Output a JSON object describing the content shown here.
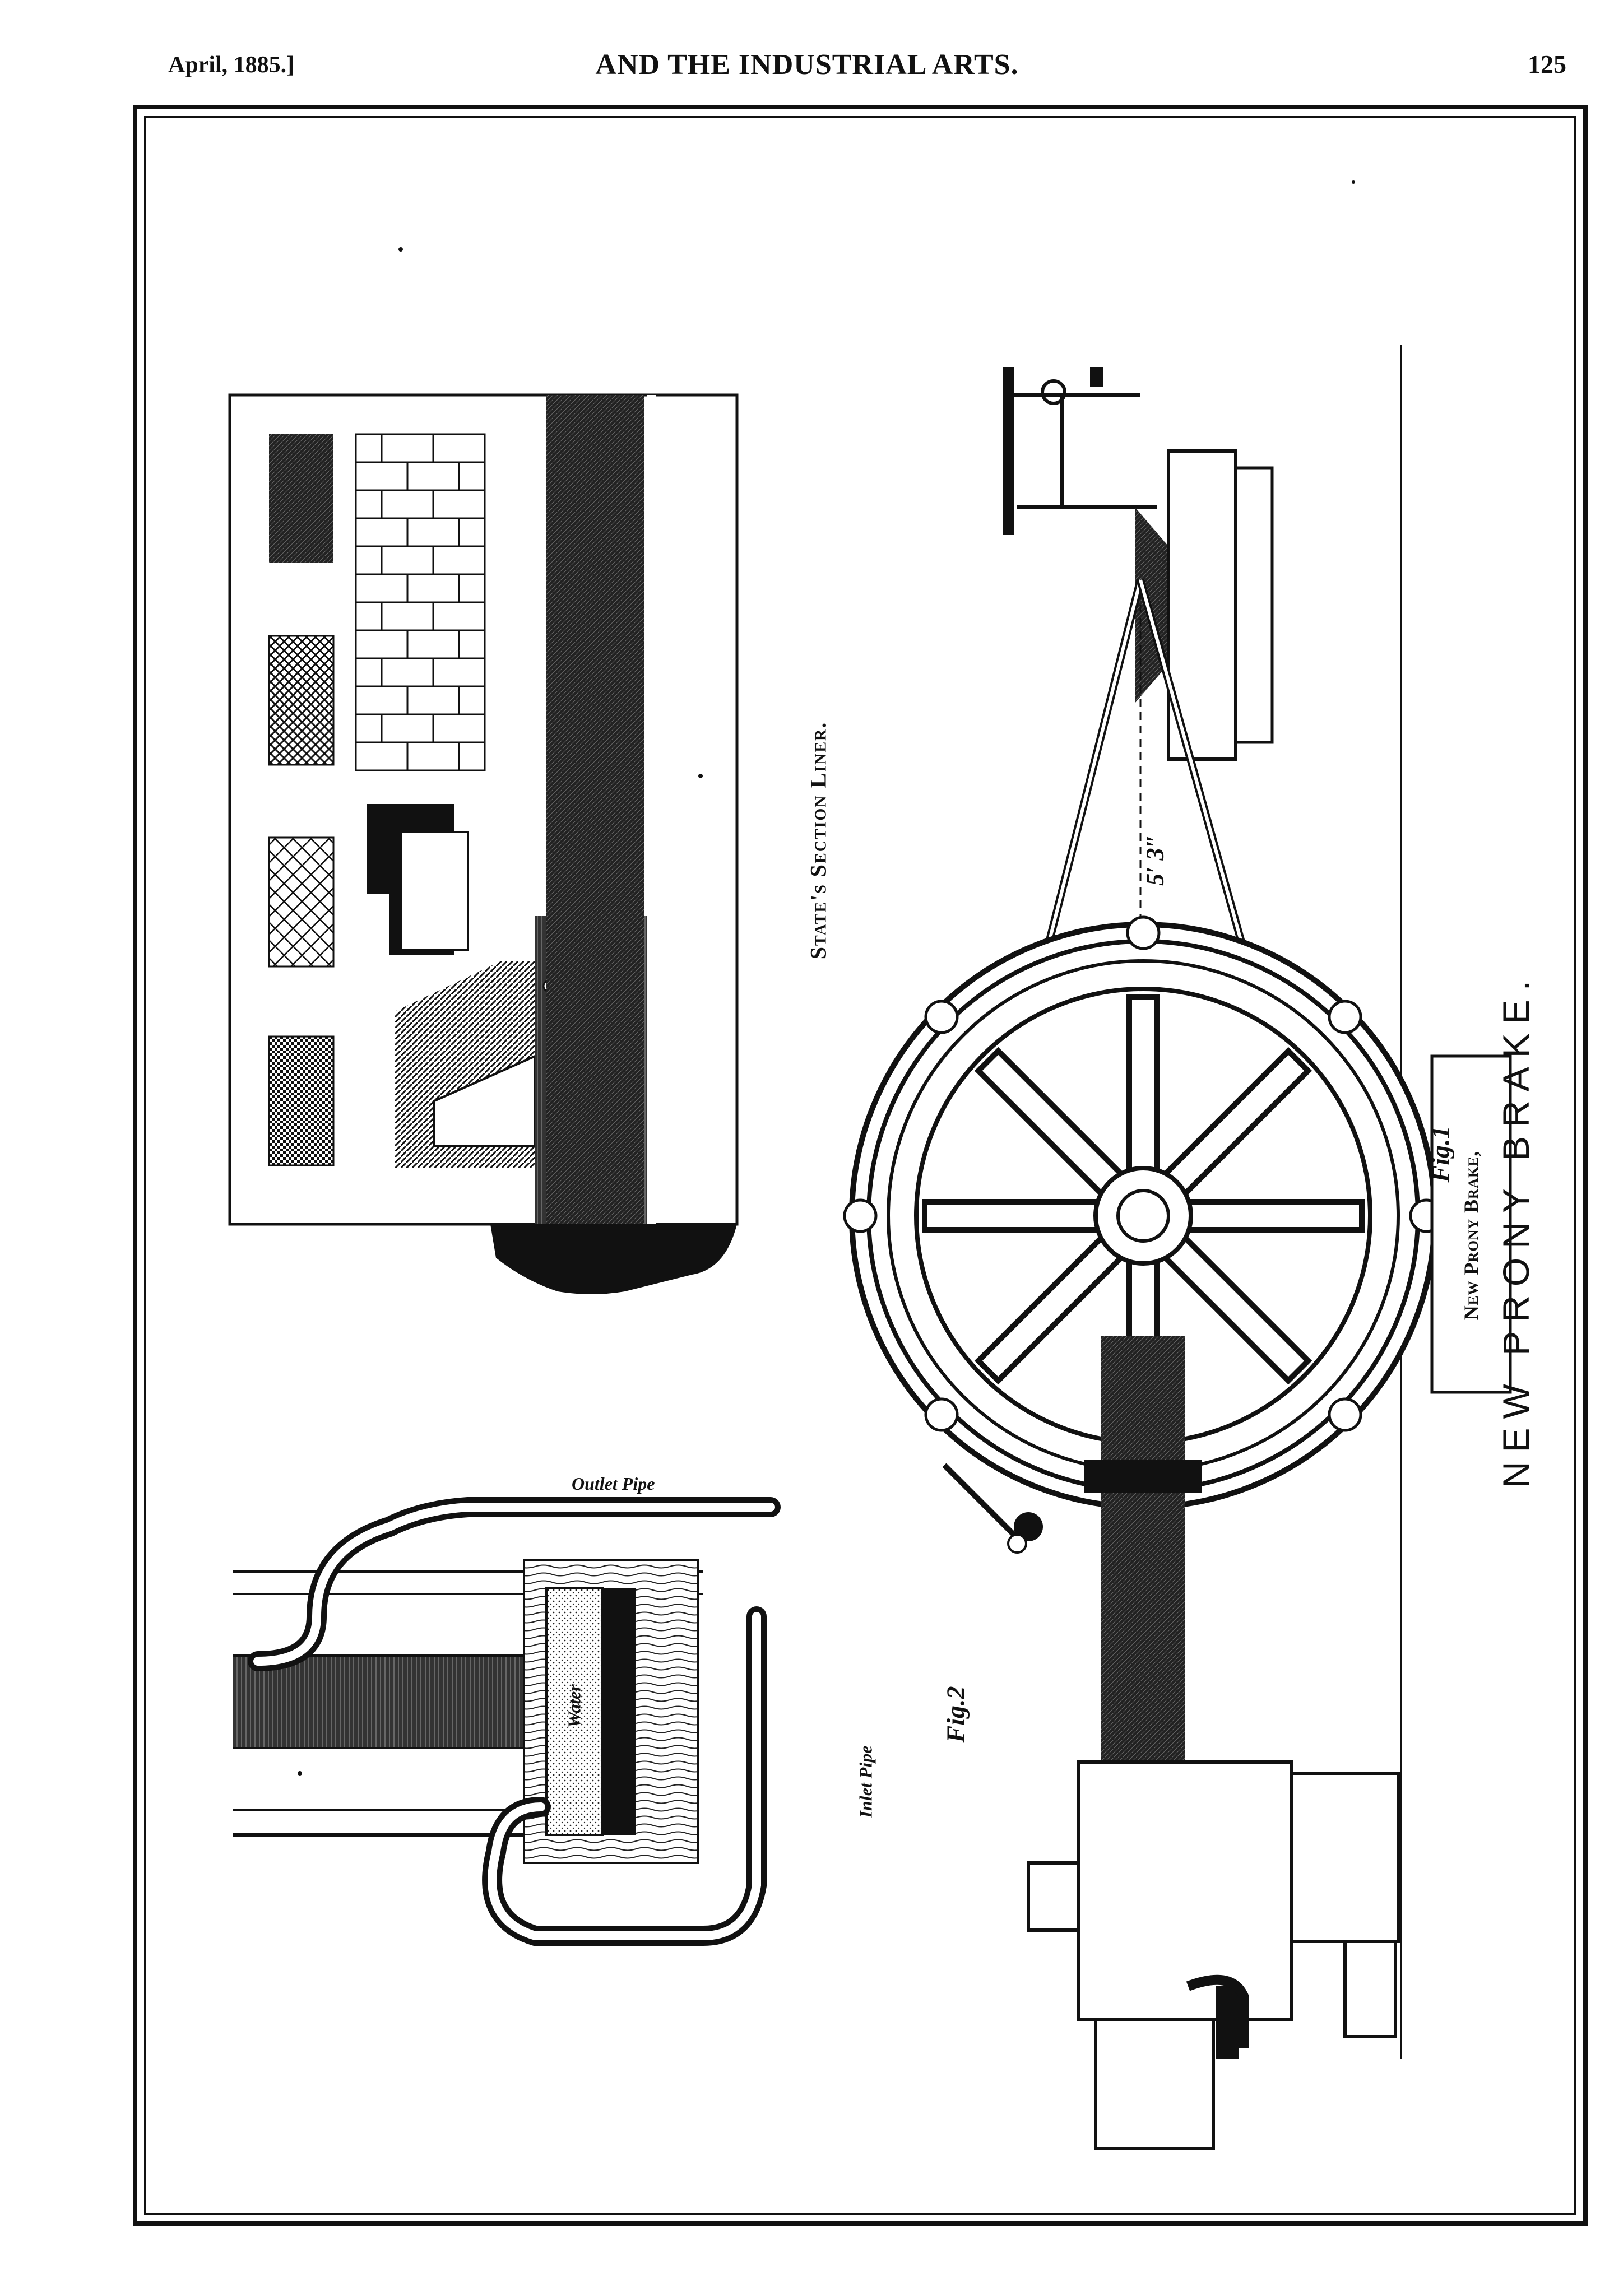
{
  "header": {
    "date": "April, 1885.]",
    "running_title": "AND THE INDUSTRIAL ARTS.",
    "page_number": "125"
  },
  "plate": {
    "caption_title": "NEW PRONY BRAKE.",
    "fig1_caption": "Fig.1",
    "fig1_subcaption": "New Prony Brake,",
    "dimension_label": "5′ 3″",
    "section_caption": "State's Section Liner.",
    "fig2_caption": "Fig.2",
    "outlet_label": "Outlet Pipe",
    "inlet_label": "Inlet Pipe",
    "water_label": "Water"
  }
}
